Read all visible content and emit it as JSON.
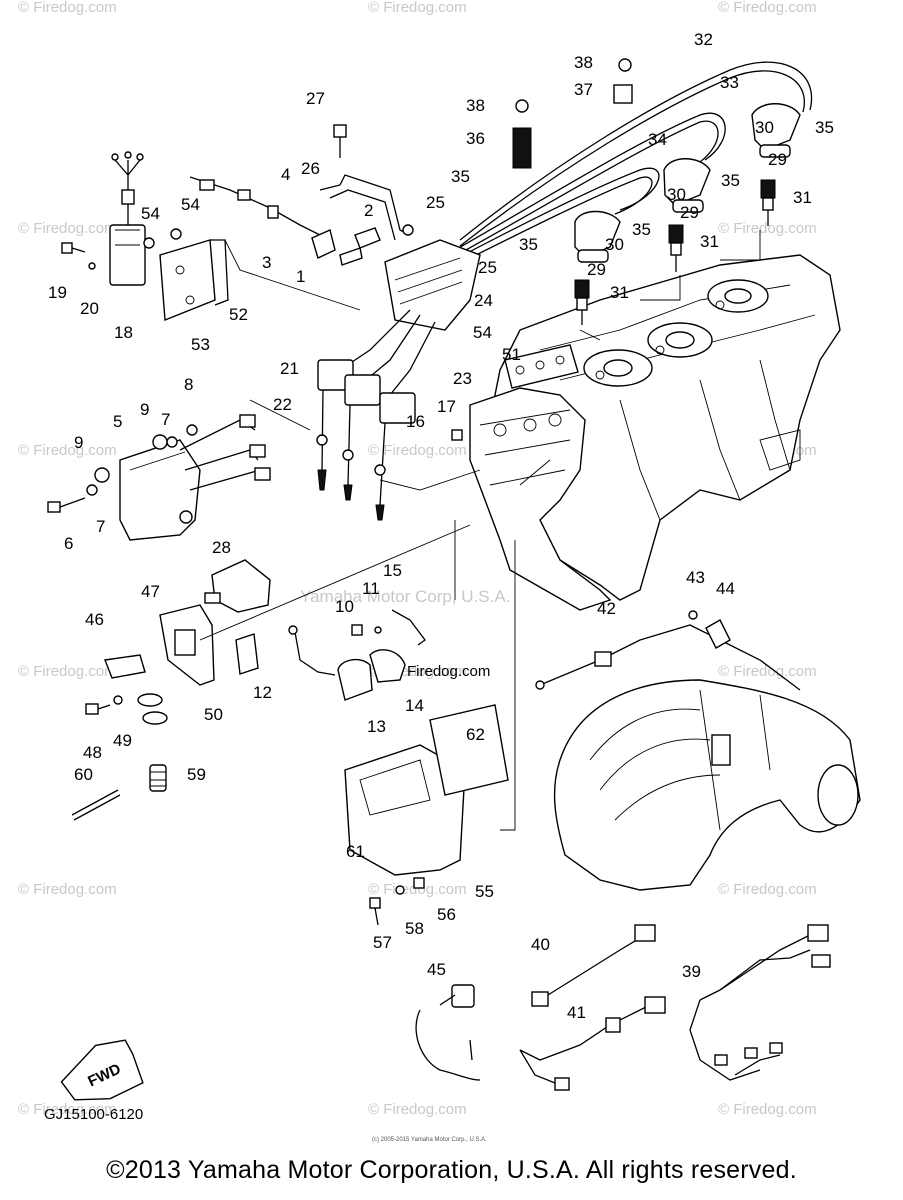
{
  "watermark": "© Firedog.com",
  "watermark_center": "Yamaha Motor Corp, U.S.A.",
  "watermark_mid": "Firedog.com",
  "fwd_label": "FWD",
  "diagram_code": "GJ15100-6120",
  "tiny_copyright": "(c) 2005-2015 Yamaha Motor Corp., U.S.A.",
  "footer": "©2013 Yamaha Motor Corporation, U.S.A. All rights reserved.",
  "callouts": [
    "1",
    "2",
    "3",
    "4",
    "5",
    "6",
    "7",
    "7",
    "8",
    "9",
    "9",
    "10",
    "11",
    "12",
    "13",
    "14",
    "15",
    "16",
    "17",
    "18",
    "19",
    "20",
    "21",
    "22",
    "23",
    "24",
    "25",
    "25",
    "26",
    "27",
    "28",
    "29",
    "29",
    "29",
    "30",
    "30",
    "30",
    "31",
    "31",
    "31",
    "32",
    "33",
    "34",
    "35",
    "35",
    "35",
    "35",
    "35",
    "36",
    "37",
    "38",
    "38",
    "39",
    "40",
    "41",
    "42",
    "43",
    "44",
    "45",
    "46",
    "47",
    "48",
    "49",
    "50",
    "51",
    "52",
    "53",
    "54",
    "54",
    "54",
    "55",
    "56",
    "57",
    "58",
    "59",
    "60",
    "61",
    "62"
  ]
}
